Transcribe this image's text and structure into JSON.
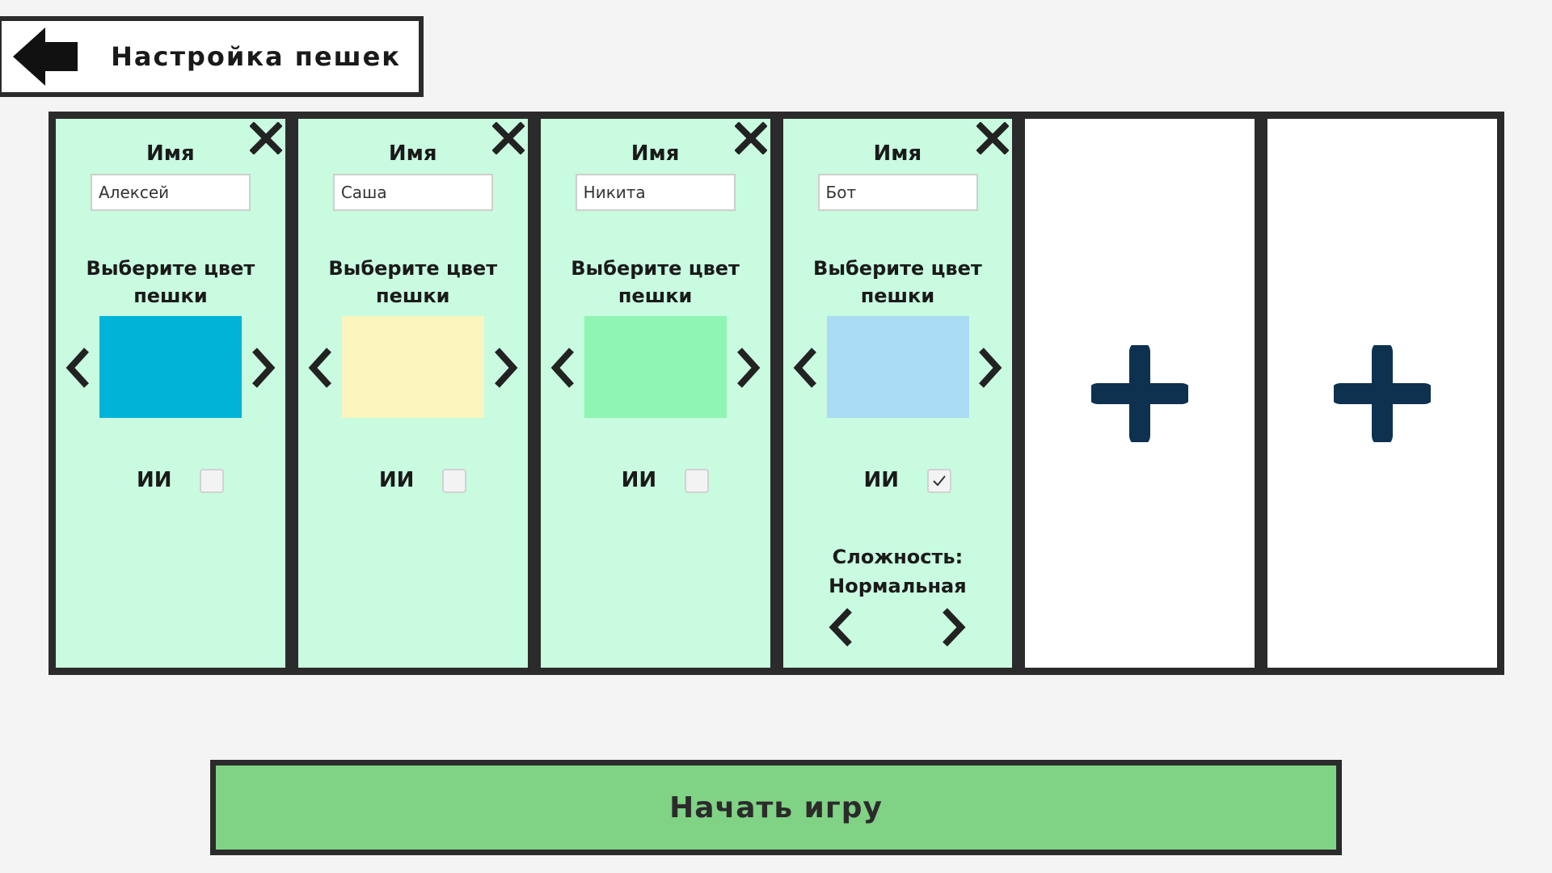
{
  "header": {
    "title": "Настройка пешек",
    "back_icon": "arrow-left-icon"
  },
  "players": [
    {
      "name_label": "Имя",
      "name_value": "Алексей",
      "color_label": "Выберите цвет пешки",
      "color": "#00b4d8",
      "ai_label": "ИИ",
      "ai_checked": false
    },
    {
      "name_label": "Имя",
      "name_value": "Саша",
      "color_label": "Выберите цвет пешки",
      "color": "#faf5bd",
      "ai_label": "ИИ",
      "ai_checked": false
    },
    {
      "name_label": "Имя",
      "name_value": "Никита",
      "color_label": "Выберите цвет пешки",
      "color": "#8ff5b4",
      "ai_label": "ИИ",
      "ai_checked": false
    },
    {
      "name_label": "Имя",
      "name_value": "Бот",
      "color_label": "Выберите цвет пешки",
      "color": "#aadcf5",
      "ai_label": "ИИ",
      "ai_checked": true,
      "difficulty_label": "Сложность:",
      "difficulty_value": "Нормальная"
    }
  ],
  "empty_slots": [
    {
      "icon": "plus-icon"
    },
    {
      "icon": "plus-icon"
    }
  ],
  "start_button": {
    "label": "Начать игру"
  },
  "colors": {
    "panel_border": "#2b2b2b",
    "player_bg": "#c8fbe0",
    "plus_icon": "#0f3150",
    "start_bg": "#80d284"
  }
}
